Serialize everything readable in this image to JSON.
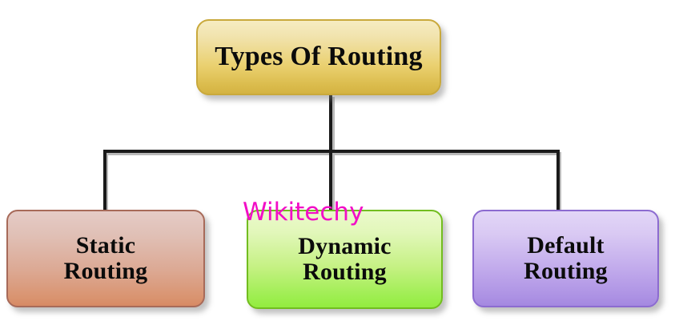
{
  "diagram": {
    "type": "tree-hierarchy",
    "orientation": "top-down",
    "background_color": "#ffffff",
    "root": {
      "label": "Types Of Routing",
      "fill_top": "#f6ecc2",
      "fill_bottom": "#d4b342",
      "border_color": "#c9a93c",
      "text_color": "#0b0b0b"
    },
    "children": [
      {
        "label_line1": "Static",
        "label_line2": "Routing",
        "fill_top": "#e5cbc6",
        "fill_bottom": "#d78a64",
        "border_color": "#a76a59",
        "text_color": "#0b0b0b"
      },
      {
        "label_line1": "Dynamic",
        "label_line2": "Routing",
        "fill_top": "#ebfacb",
        "fill_bottom": "#93ec3f",
        "border_color": "#72bd1f",
        "text_color": "#0b0b0b"
      },
      {
        "label_line1": "Default",
        "label_line2": "Routing",
        "fill_top": "#e2d6f7",
        "fill_bottom": "#a488e0",
        "border_color": "#8c6bd0",
        "text_color": "#0b0b0b"
      }
    ],
    "connector_color": "#1a1a1a"
  },
  "watermark": {
    "text": "Wikitechy",
    "color": "#f20ec6"
  }
}
